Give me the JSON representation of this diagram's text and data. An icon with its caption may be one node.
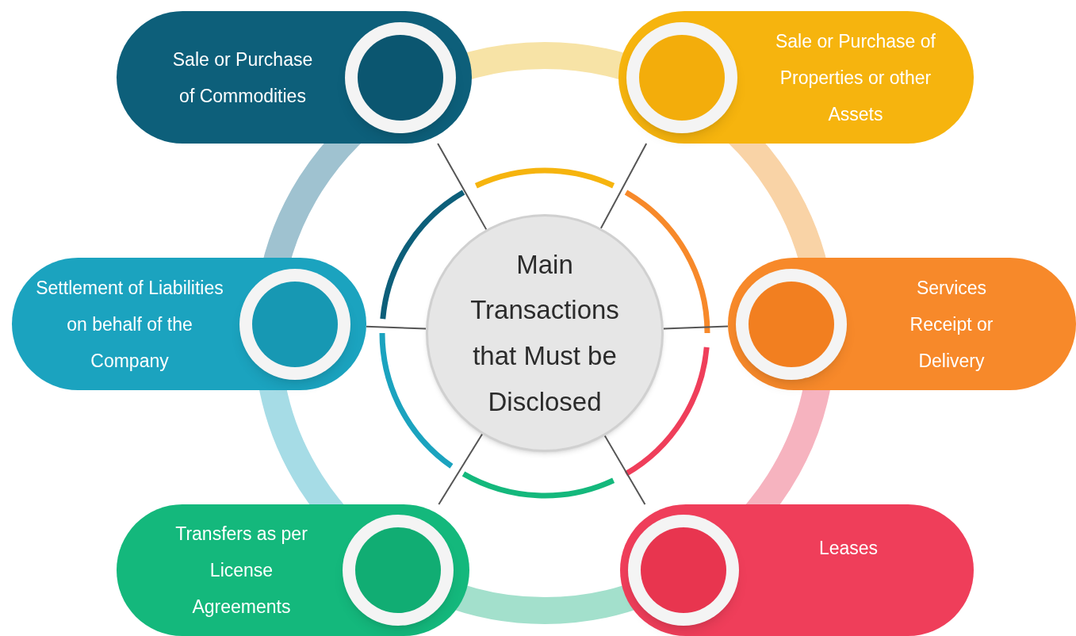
{
  "diagram": {
    "nodes": [
      {
        "text": [
          "Sale or Purchase of Commodities"
        ]
      },
      {
        "text": [
          "Sale or Purchase of Properties or other Assets"
        ]
      },
      {
        "text": [
          "Settlement of Liabilities on behalf of the Company"
        ]
      },
      {
        "text": [
          "Main Transactions that Must be Disclosed"
        ]
      },
      {
        "text": [
          "Services Receipt or Delivery"
        ]
      },
      {
        "text": [
          "Transfers as per License Agreements"
        ]
      },
      {
        "text": [
          "Leases"
        ]
      }
    ],
    "edges": [
      {
        "from": 3,
        "to": 0,
        "arrow": "none"
      },
      {
        "from": 3,
        "to": 1,
        "arrow": "none"
      },
      {
        "from": 3,
        "to": 2,
        "arrow": "none"
      },
      {
        "from": 3,
        "to": 4,
        "arrow": "none"
      },
      {
        "from": 3,
        "to": 5,
        "arrow": "none"
      },
      {
        "from": 3,
        "to": 6,
        "arrow": "none"
      }
    ]
  }
}
